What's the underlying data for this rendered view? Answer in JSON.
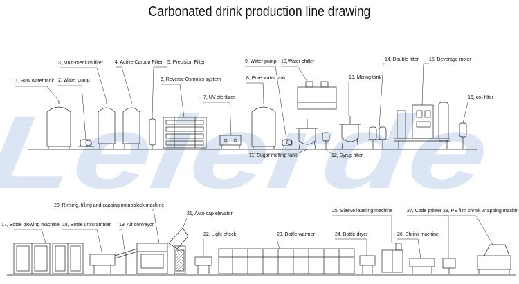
{
  "title": "Carbonated drink production line drawing",
  "watermark": "Leierde",
  "colors": {
    "line": "#222222",
    "watermark": "#dbe5f3",
    "background": "#ffffff"
  },
  "upper_labels": {
    "raw_water_tank": "1, Raw water tank",
    "water_pump_1": "2, Water pump",
    "multi_medium_filter": "3, Multi-medium filter",
    "active_carbon_filter": "4. Active Carbon Filter",
    "precision_filter": "5, Precision Filter",
    "reverse_osmosis": "6, Reverse Osmosis system",
    "uv_sterilizer": "7, UV sterilizer",
    "pure_water_tank": "8, Pure water tank",
    "water_pump_2": "9, Water pump",
    "water_chiller": "10,Water chiller",
    "sugar_melting_tank": "11, Sugar melting tank",
    "syrup_filter": "12, Syrup filter",
    "mixing_tank": "13, Mixing tank",
    "double_filter": "14, Double filter",
    "beverage_mixer": "15, Beverage mixer",
    "co2_filter": "16, co₂ filter"
  },
  "lower_labels": {
    "bottle_blowing": "17, Bottle blowing machine",
    "bottle_unscrambler": "18, Bottle unscrambler",
    "air_conveyor": "19, Air conveyor",
    "rinsing_filling_capping": "20, Rinsing, filling and capping monoblock machine",
    "auto_cap_elevator": "21, Auto cap  elevator",
    "light_check": "22, Light check",
    "bottle_warmer": "23, Bottle warmer",
    "bottle_dryer": "24, Bottle dryer",
    "sleeve_labeling": "25, Sleeve labeling machine",
    "shrink_machine": "26, Shrink machine",
    "code_printer": "27, Code printer",
    "pe_film_wrapping": "28, PE film shrink wrapping machine"
  }
}
